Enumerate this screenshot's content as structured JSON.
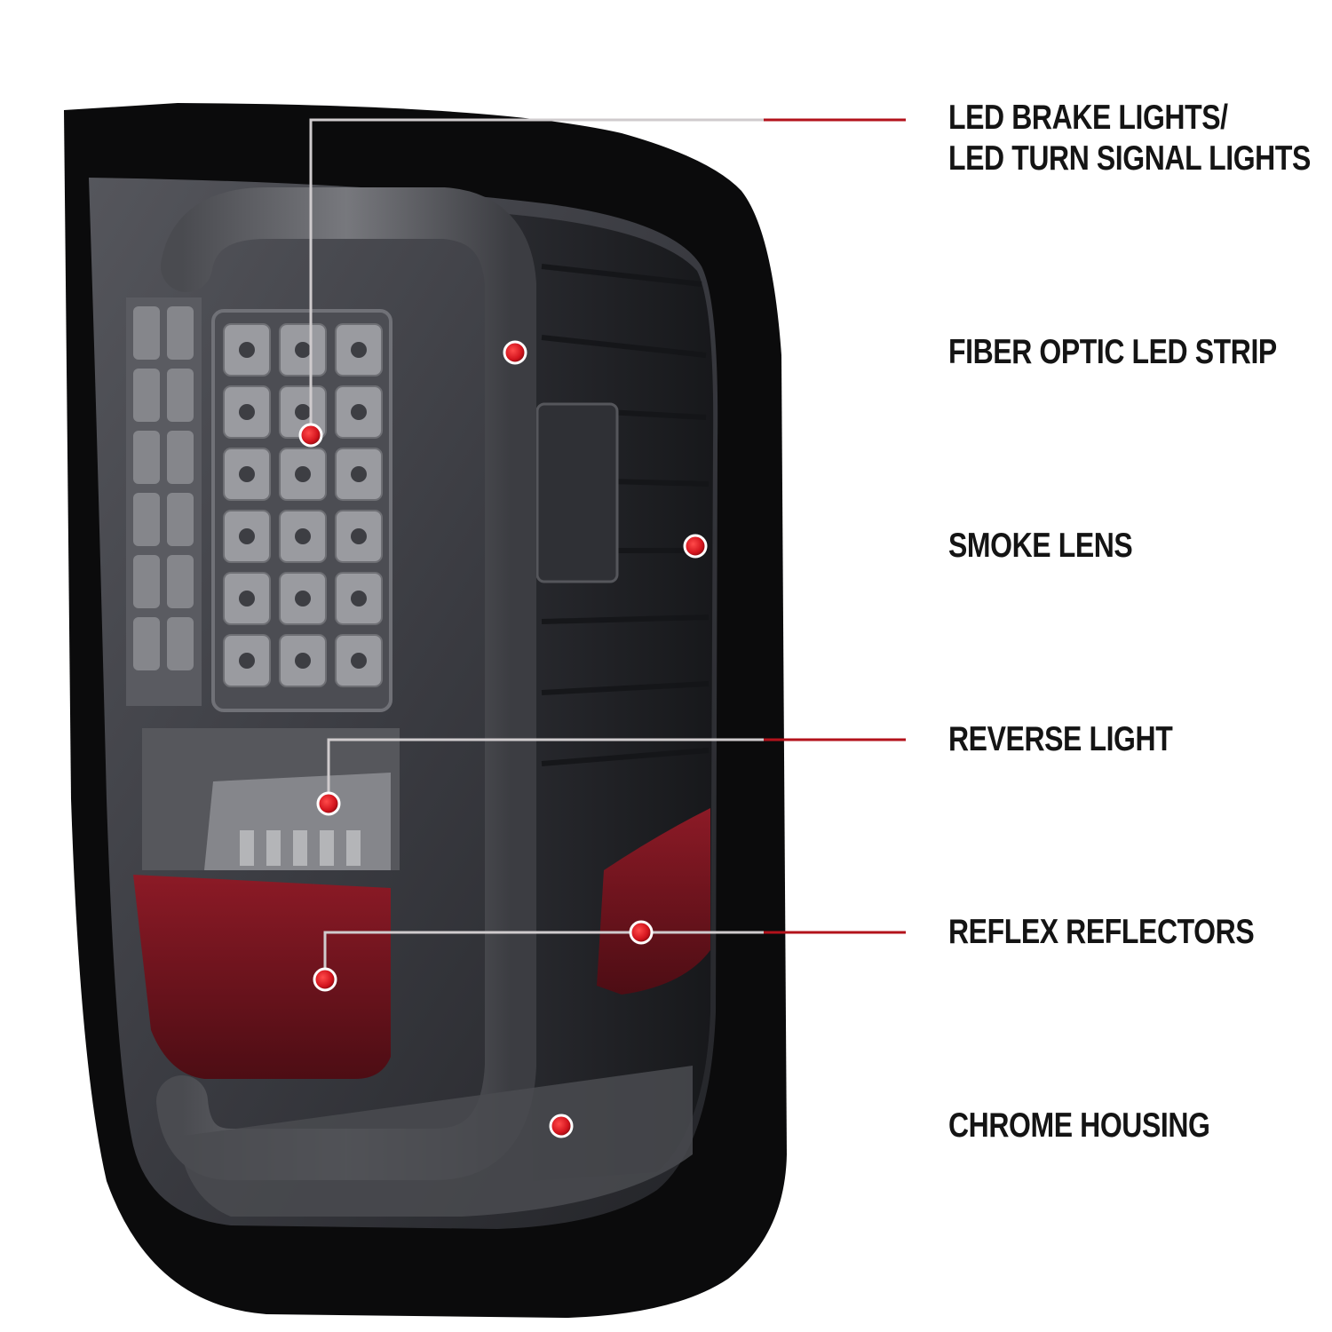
{
  "colors": {
    "background": "#ffffff",
    "housing": "#0b0b0c",
    "lens_smoke": "#3a3b40",
    "leader_line": "#c9c5c8",
    "leader_accent": "#b3121b",
    "callout_dot": "#d3141d",
    "reflector": "#7a1520",
    "label_text": "#141414"
  },
  "callouts": [
    {
      "id": "led-brake",
      "lines": [
        "LED BRAKE LIGHTS/",
        "LED TURN SIGNAL LIGHTS"
      ],
      "icon": "callout-dot"
    },
    {
      "id": "fiber-optic",
      "lines": [
        "FIBER OPTIC LED STRIP"
      ],
      "icon": "callout-dot"
    },
    {
      "id": "smoke-lens",
      "lines": [
        "SMOKE LENS"
      ],
      "icon": "callout-dot"
    },
    {
      "id": "reverse",
      "lines": [
        "REVERSE LIGHT"
      ],
      "icon": "callout-dot"
    },
    {
      "id": "reflex",
      "lines": [
        "REFLEX REFLECTORS"
      ],
      "icon": "callout-dot"
    },
    {
      "id": "chrome",
      "lines": [
        "CHROME HOUSING"
      ],
      "icon": "callout-dot"
    }
  ]
}
